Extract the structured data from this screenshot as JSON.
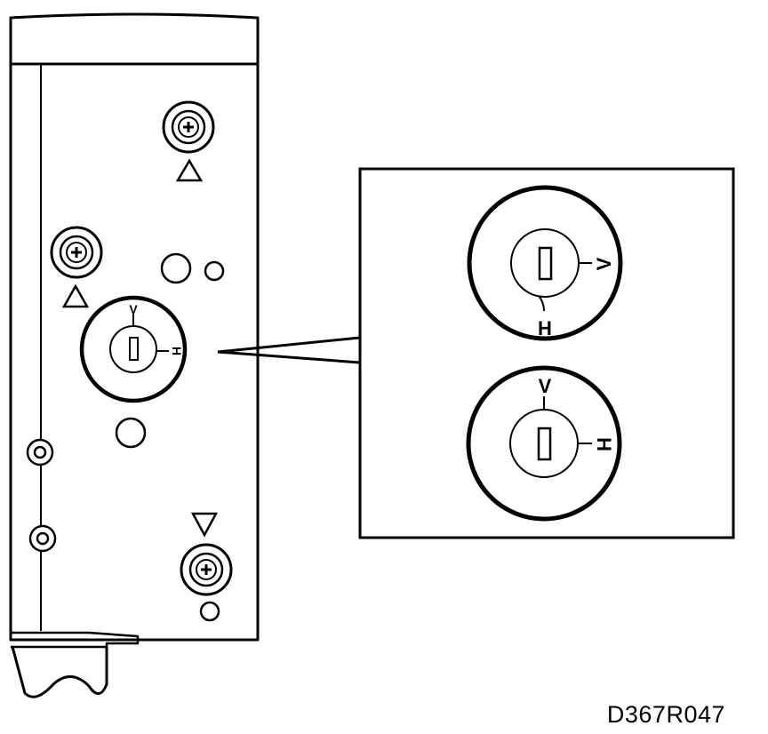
{
  "figure": {
    "code": "D367R047",
    "main_dial": {
      "v_label": "V",
      "h_label": "H"
    },
    "callout_top_dial": {
      "v_label": "V",
      "h_label": "H"
    },
    "callout_bottom_dial": {
      "v_label": "V",
      "h_label": "H"
    }
  },
  "colors": {
    "line": "#000000",
    "background": "#ffffff"
  },
  "icons": {
    "screw": "phillips-screw-icon",
    "arrow_up": "triangle-up-icon",
    "arrow_down": "triangle-down-icon"
  }
}
